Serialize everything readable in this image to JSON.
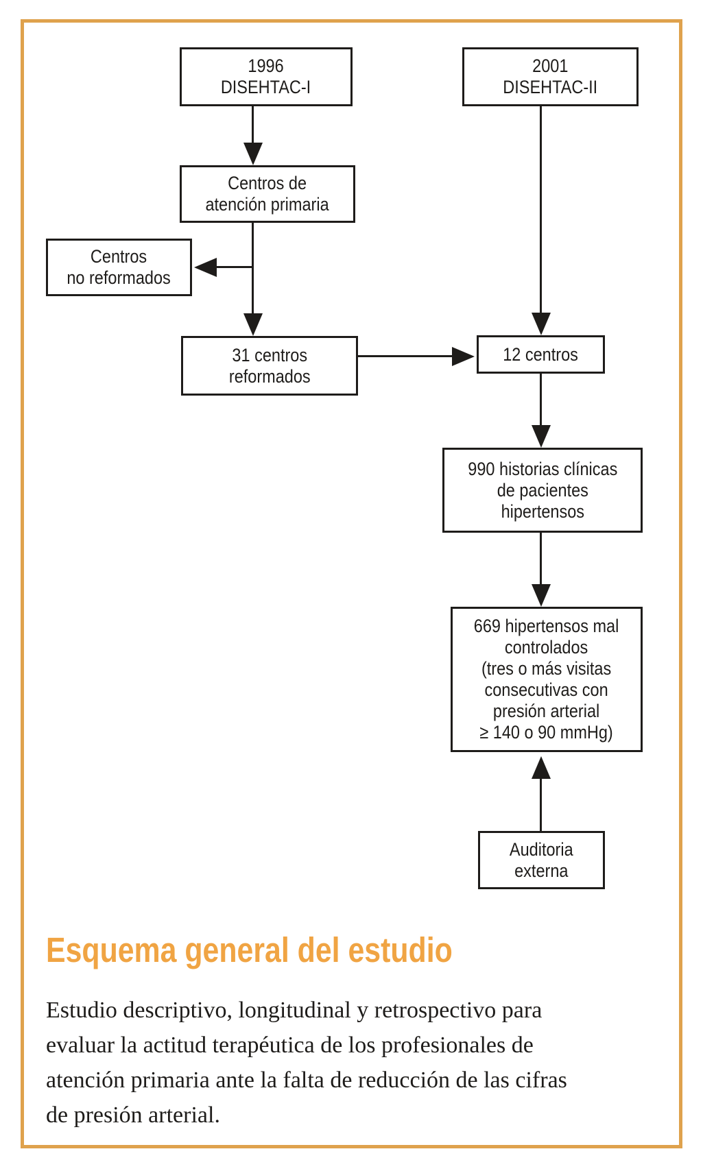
{
  "palette": {
    "border_orange": "#DFA24D",
    "title_orange": "#F0A443",
    "ink": "#1e1c1a",
    "background": "#ffffff"
  },
  "flowchart": {
    "boxes": {
      "disehtac1": {
        "lines": [
          "1996",
          "DISEHTAC-I"
        ]
      },
      "disehtac2": {
        "lines": [
          "2001",
          "DISEHTAC-II"
        ]
      },
      "centros_ap": {
        "lines": [
          "Centros de",
          "atención primaria"
        ]
      },
      "no_reformados": {
        "lines": [
          "Centros",
          "no reformados"
        ]
      },
      "reformados": {
        "lines": [
          "31 centros",
          "reformados"
        ]
      },
      "doce_centros": {
        "lines": [
          "12 centros"
        ]
      },
      "historias": {
        "lines": [
          "990 historias clínicas",
          "de pacientes",
          "hipertensos"
        ]
      },
      "mal_controlados": {
        "lines": [
          "669 hipertensos mal",
          "controlados",
          "(tres o más visitas",
          "consecutivas con",
          "presión arterial",
          "≥ 140 o 90 mmHg)"
        ]
      },
      "auditoria": {
        "lines": [
          "Auditoria",
          "externa"
        ]
      }
    }
  },
  "caption": {
    "title": "Esquema general del estudio",
    "body_lines": [
      "Estudio descriptivo, longitudinal y retrospectivo para",
      "evaluar la actitud terapéutica de los profesionales de",
      "atención primaria ante la falta de reducción de las cifras",
      "de presión arterial."
    ]
  }
}
